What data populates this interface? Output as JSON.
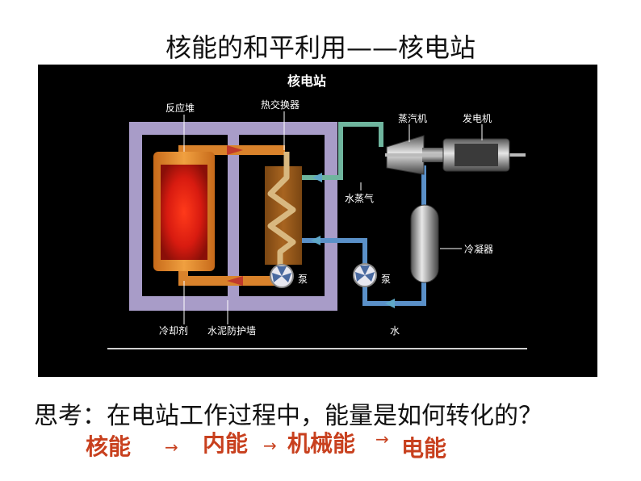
{
  "title": "核能的和平利用——核电站",
  "diagram": {
    "heading": "核电站",
    "labels": {
      "reactor": "反应堆",
      "heat_exchanger": "热交换器",
      "turbine": "蒸汽机",
      "generator": "发电机",
      "steam": "水蒸气",
      "condenser": "冷凝器",
      "pump1": "泵",
      "pump2": "泵",
      "coolant": "冷却剂",
      "wall": "水泥防护墙",
      "water": "水"
    }
  },
  "question": "思考：在电站工作过程中，能量是如何转化的？",
  "chain": {
    "steps": [
      "核能",
      "内能",
      "机械能",
      "电能"
    ],
    "arrow": "→"
  },
  "colors": {
    "chain": "#c8401e",
    "wall": "#a89cc8",
    "loop": "#d9822b",
    "water": "#5a90c8"
  }
}
